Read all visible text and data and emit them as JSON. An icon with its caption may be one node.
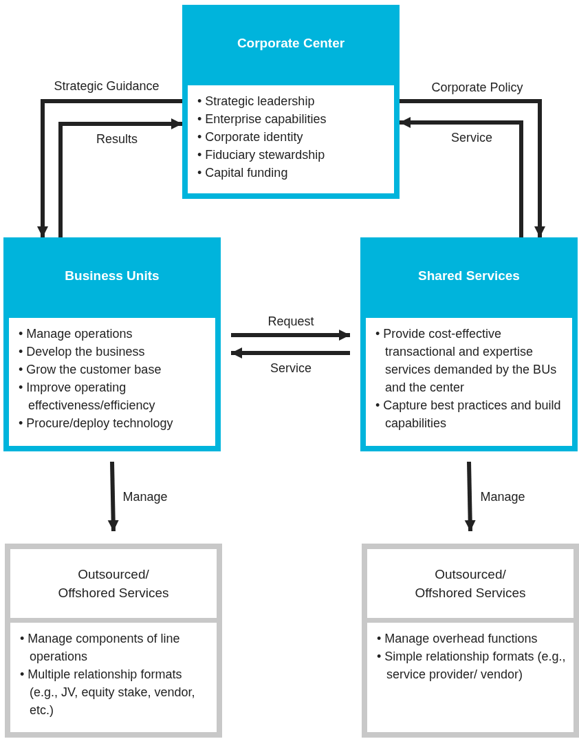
{
  "diagram": {
    "nodes": [
      {
        "text": [
          "Corporate Center",
          "• Strategic leadership",
          "• Enterprise capabilities",
          "• Corporate identity",
          "• Fiduciary stewardship",
          "• Capital funding"
        ]
      },
      {
        "text": [
          "Business Units",
          "• Manage operations",
          "• Develop the business",
          "• Grow the customer base",
          "• Improve operating effectiveness/efficiency",
          "• Procure/deploy technology"
        ]
      },
      {
        "text": [
          "Shared Services",
          "• Provide cost-effective transactional and expertise services demanded by the BUs and the center",
          "• Capture best practices and build capabilities"
        ]
      },
      {
        "text": [
          "Outsourced/ Offshored Services",
          "• Manage components of line operations",
          "• Multiple relationship formats (e.g., JV, equity stake, vendor, etc.)"
        ]
      },
      {
        "text": [
          "Outsourced/ Offshored Services",
          "• Manage overhead functions",
          "• Simple relationship formats (e.g., service provider/ vendor)"
        ]
      }
    ],
    "edges": [
      {
        "from": 0,
        "to": 1,
        "arrow": "to",
        "label": "Strategic Guidance"
      },
      {
        "from": 1,
        "to": 0,
        "arrow": "to",
        "label": "Results"
      },
      {
        "from": 0,
        "to": 2,
        "arrow": "to",
        "label": "Corporate Policy"
      },
      {
        "from": 2,
        "to": 0,
        "arrow": "to",
        "label": "Service"
      },
      {
        "from": 1,
        "to": 2,
        "arrow": "to",
        "label": "Request"
      },
      {
        "from": 2,
        "to": 1,
        "arrow": "to",
        "label": "Service"
      },
      {
        "from": 1,
        "to": 3,
        "arrow": "to",
        "label": "Manage"
      },
      {
        "from": 2,
        "to": 4,
        "arrow": "to",
        "label": "Manage"
      }
    ]
  }
}
